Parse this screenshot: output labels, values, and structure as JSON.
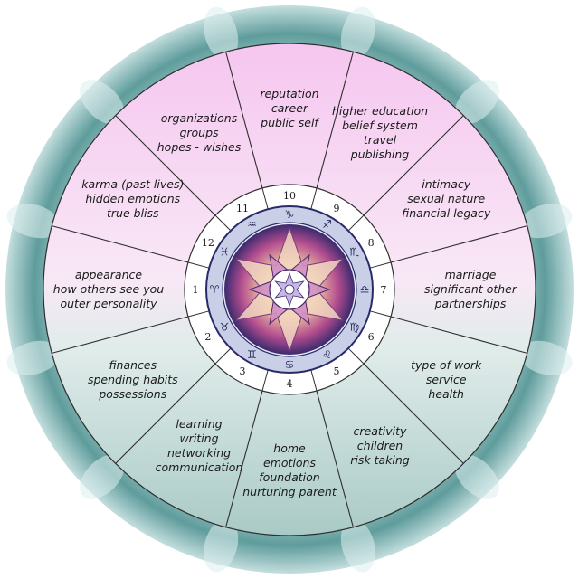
{
  "wheel": {
    "houses": [
      {
        "number": "1",
        "lines": [
          "appearance",
          "how others see you",
          "outer personality"
        ]
      },
      {
        "number": "2",
        "lines": [
          "finances",
          "spending habits",
          "possessions"
        ]
      },
      {
        "number": "3",
        "lines": [
          "learning",
          "writing",
          "networking",
          "communication"
        ]
      },
      {
        "number": "4",
        "lines": [
          "home",
          "emotions",
          "foundation",
          "nurturing parent"
        ]
      },
      {
        "number": "5",
        "lines": [
          "creativity",
          "children",
          "risk taking"
        ]
      },
      {
        "number": "6",
        "lines": [
          "type of work",
          "service",
          "health"
        ]
      },
      {
        "number": "7",
        "lines": [
          "marriage",
          "significant other",
          "partnerships"
        ]
      },
      {
        "number": "8",
        "lines": [
          "intimacy",
          "sexual nature",
          "financial legacy"
        ]
      },
      {
        "number": "9",
        "lines": [
          "higher education",
          "belief system",
          "travel",
          "publishing"
        ]
      },
      {
        "number": "10",
        "lines": [
          "reputation",
          "career",
          "public self"
        ]
      },
      {
        "number": "11",
        "lines": [
          "organizations",
          "groups",
          "hopes - wishes"
        ]
      },
      {
        "number": "12",
        "lines": [
          "karma (past lives)",
          "hidden emotions",
          "true bliss"
        ]
      }
    ],
    "zodiac_glyphs": [
      "♈",
      "♉",
      "♊",
      "♋",
      "♌",
      "♍",
      "♎",
      "♏",
      "♐",
      "♑",
      "♒",
      "♓"
    ],
    "colors": {
      "outer_ring": "#7fb3b0",
      "upper_fill": "#f4c8ef",
      "lower_fill": "#b9d4d0",
      "lines": "#333333",
      "center_star": "#e6b8d8"
    }
  }
}
